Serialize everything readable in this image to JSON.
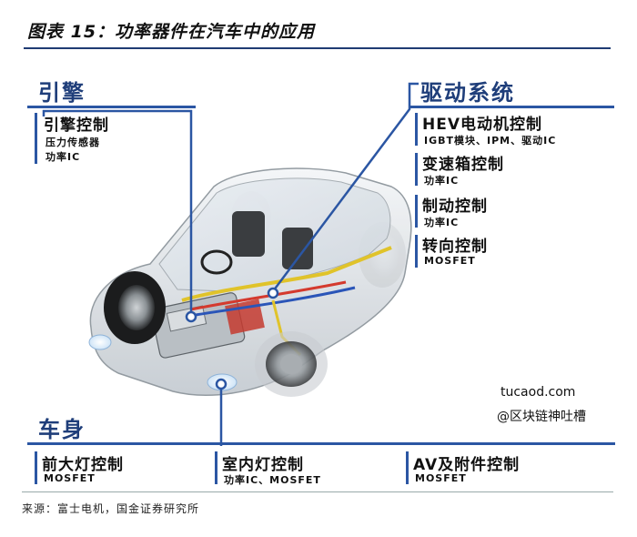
{
  "figure": {
    "title": "图表 15：功率器件在汽车中的应用",
    "source": "来源：富士电机，国金证券研究所"
  },
  "engine": {
    "title": "引擎",
    "item": {
      "label": "引擎控制",
      "subs": [
        "压力传感器",
        "功率IC"
      ]
    }
  },
  "drive": {
    "title": "驱动系统",
    "items": [
      {
        "label": "HEV电动机控制",
        "sub": "IGBT模块、IPM、驱动IC"
      },
      {
        "label": "变速箱控制",
        "sub": "功率IC"
      },
      {
        "label": "制动控制",
        "sub": "功率IC"
      },
      {
        "label": "转向控制",
        "sub": "MOSFET"
      }
    ]
  },
  "body": {
    "title": "车身",
    "items": [
      {
        "label": "前大灯控制",
        "sub": "MOSFET"
      },
      {
        "label": "室内灯控制",
        "sub": "功率IC、MOSFET"
      },
      {
        "label": "AV及附件控制",
        "sub": "MOSFET"
      }
    ]
  },
  "watermark": {
    "line1": "tucaod.com",
    "line2": "@区块链神吐槽"
  },
  "colors": {
    "accent": "#2b56a3",
    "title_blue": "#1f3e7a"
  }
}
